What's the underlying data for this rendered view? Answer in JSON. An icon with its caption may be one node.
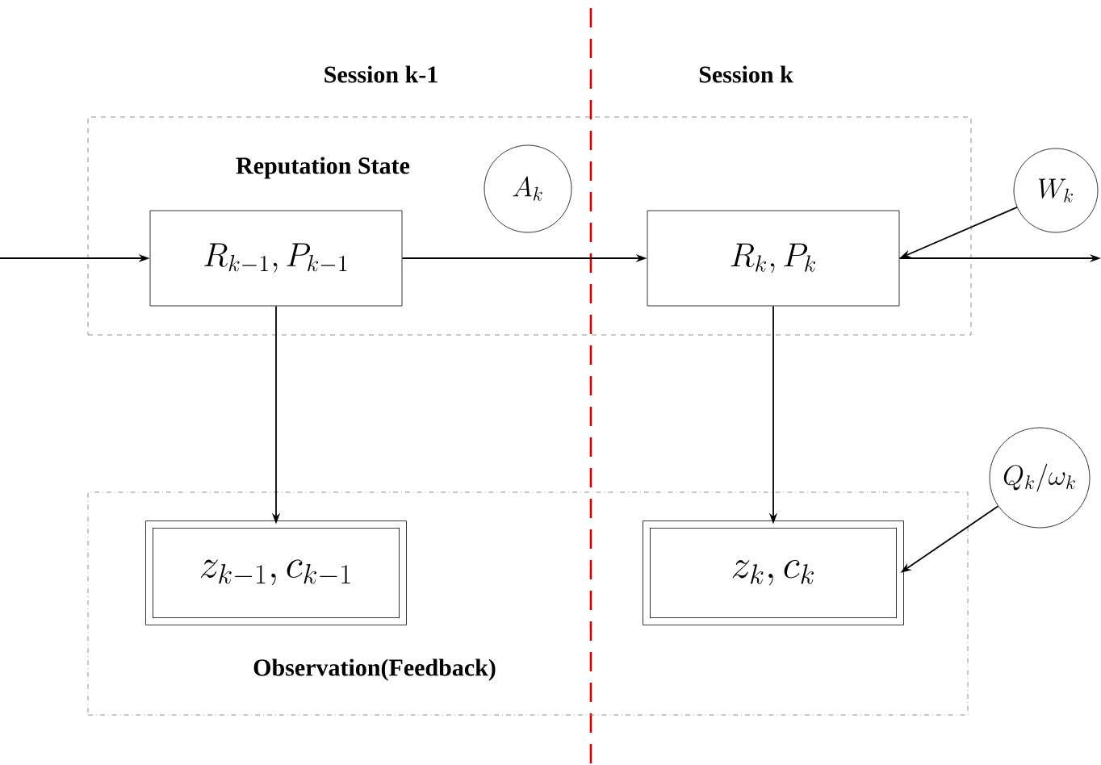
{
  "diagram": {
    "nodes": [
      {
        "text": [
          "Reputation State"
        ]
      },
      {
        "text": [
          "R_{k-1}, P_{k-1}"
        ],
        "in": 0
      },
      {
        "text": [
          "R_{k}, P_{k}"
        ],
        "in": 0
      },
      {
        "text": [
          "A_{k}"
        ],
        "in": 0
      },
      {
        "text": [
          "W_{k}"
        ]
      },
      {
        "text": [
          "Observation(Feedback)"
        ]
      },
      {
        "text": [
          "z_{k-1}, c_{k-1}"
        ],
        "in": 5
      },
      {
        "text": [
          "z_{k}, c_{k}"
        ],
        "in": 5
      },
      {
        "text": [
          "Q_{k}/\\omega_{k}"
        ]
      }
    ],
    "edges": [
      {
        "from": null,
        "to": 1,
        "arrow": "to"
      },
      {
        "from": 1,
        "to": 2,
        "arrow": "to"
      },
      {
        "from": 2,
        "to": null,
        "arrow": "to"
      },
      {
        "from": 4,
        "to": 2,
        "arrow": "to"
      },
      {
        "from": 1,
        "to": 6,
        "arrow": "to"
      },
      {
        "from": 2,
        "to": 7,
        "arrow": "to"
      },
      {
        "from": 8,
        "to": 7,
        "arrow": "to"
      }
    ],
    "labels": [
      "Session k-1",
      "Session k"
    ]
  }
}
